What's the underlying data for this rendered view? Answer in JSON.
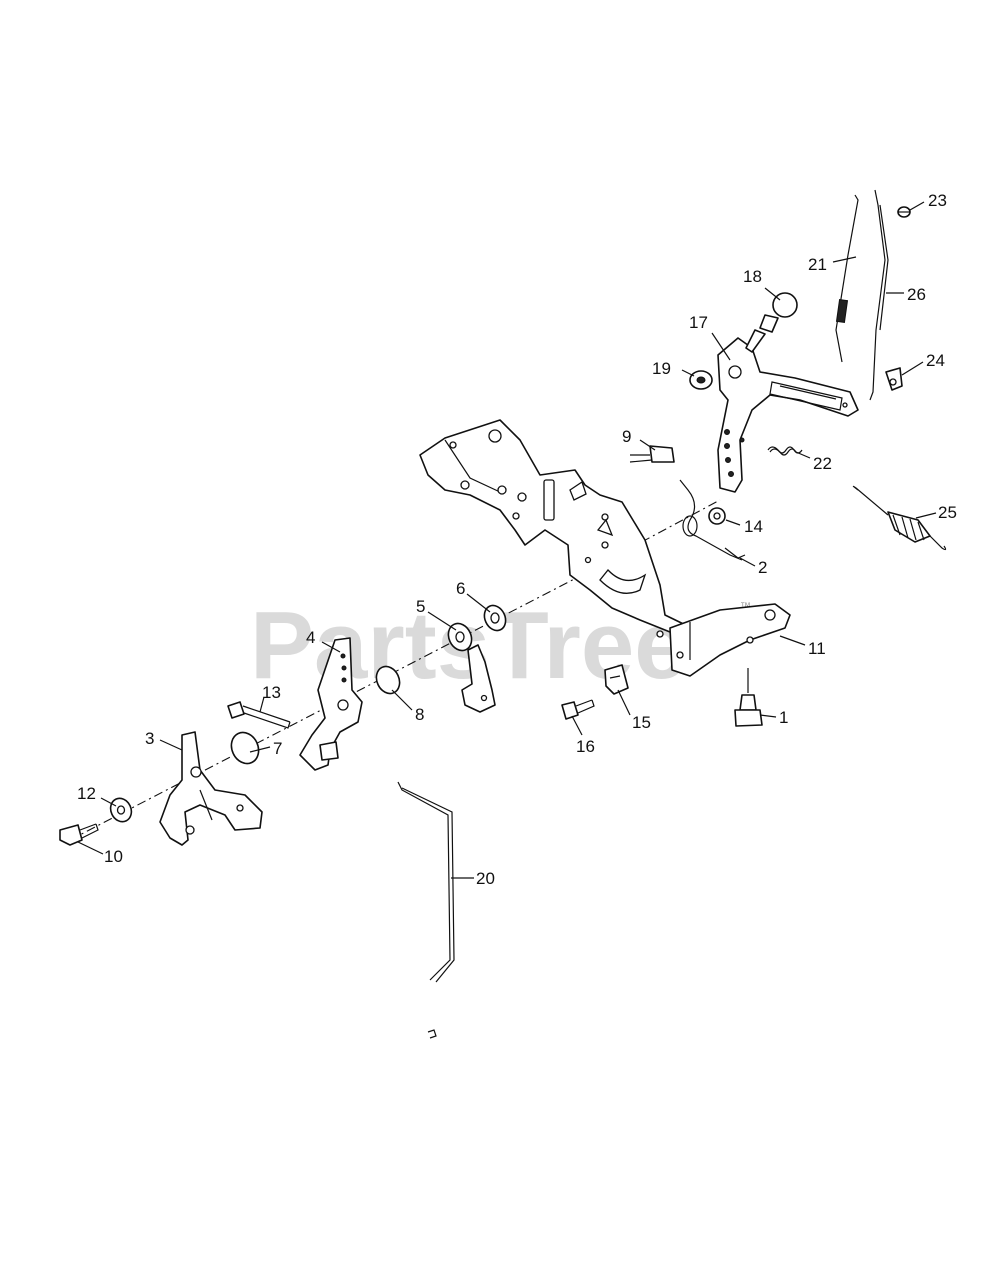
{
  "watermark": {
    "text": "PartsTree",
    "mark": "™"
  },
  "callouts": [
    "1",
    "2",
    "3",
    "4",
    "5",
    "6",
    "7",
    "8",
    "9",
    "10",
    "11",
    "12",
    "13",
    "14",
    "15",
    "16",
    "17",
    "18",
    "19",
    "20",
    "21",
    "22",
    "23",
    "24",
    "25",
    "26"
  ]
}
